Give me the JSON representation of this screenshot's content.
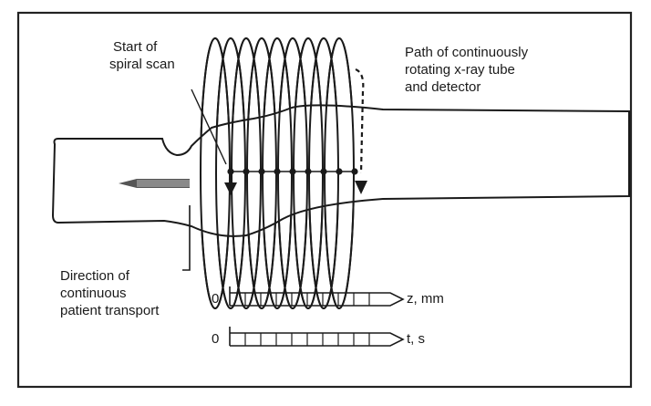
{
  "labels": {
    "start_line1": "Start of",
    "start_line2": "spiral scan",
    "path_line1": "Path of continuously",
    "path_line2": "rotating x-ray tube",
    "path_line3": "and detector",
    "transport_line1": "Direction of",
    "transport_line2": "continuous",
    "transport_line3": "patient transport"
  },
  "axes": {
    "z": {
      "origin": "0",
      "label": "z, mm",
      "ticks": 9
    },
    "t": {
      "origin": "0",
      "label": "t, s",
      "ticks": 9
    }
  },
  "spiral": {
    "loops": 9,
    "sample_points": 9
  },
  "colors": {
    "ink": "#1a1a1a",
    "frame": "#222222",
    "background": "#ffffff",
    "probe": "#555555"
  }
}
